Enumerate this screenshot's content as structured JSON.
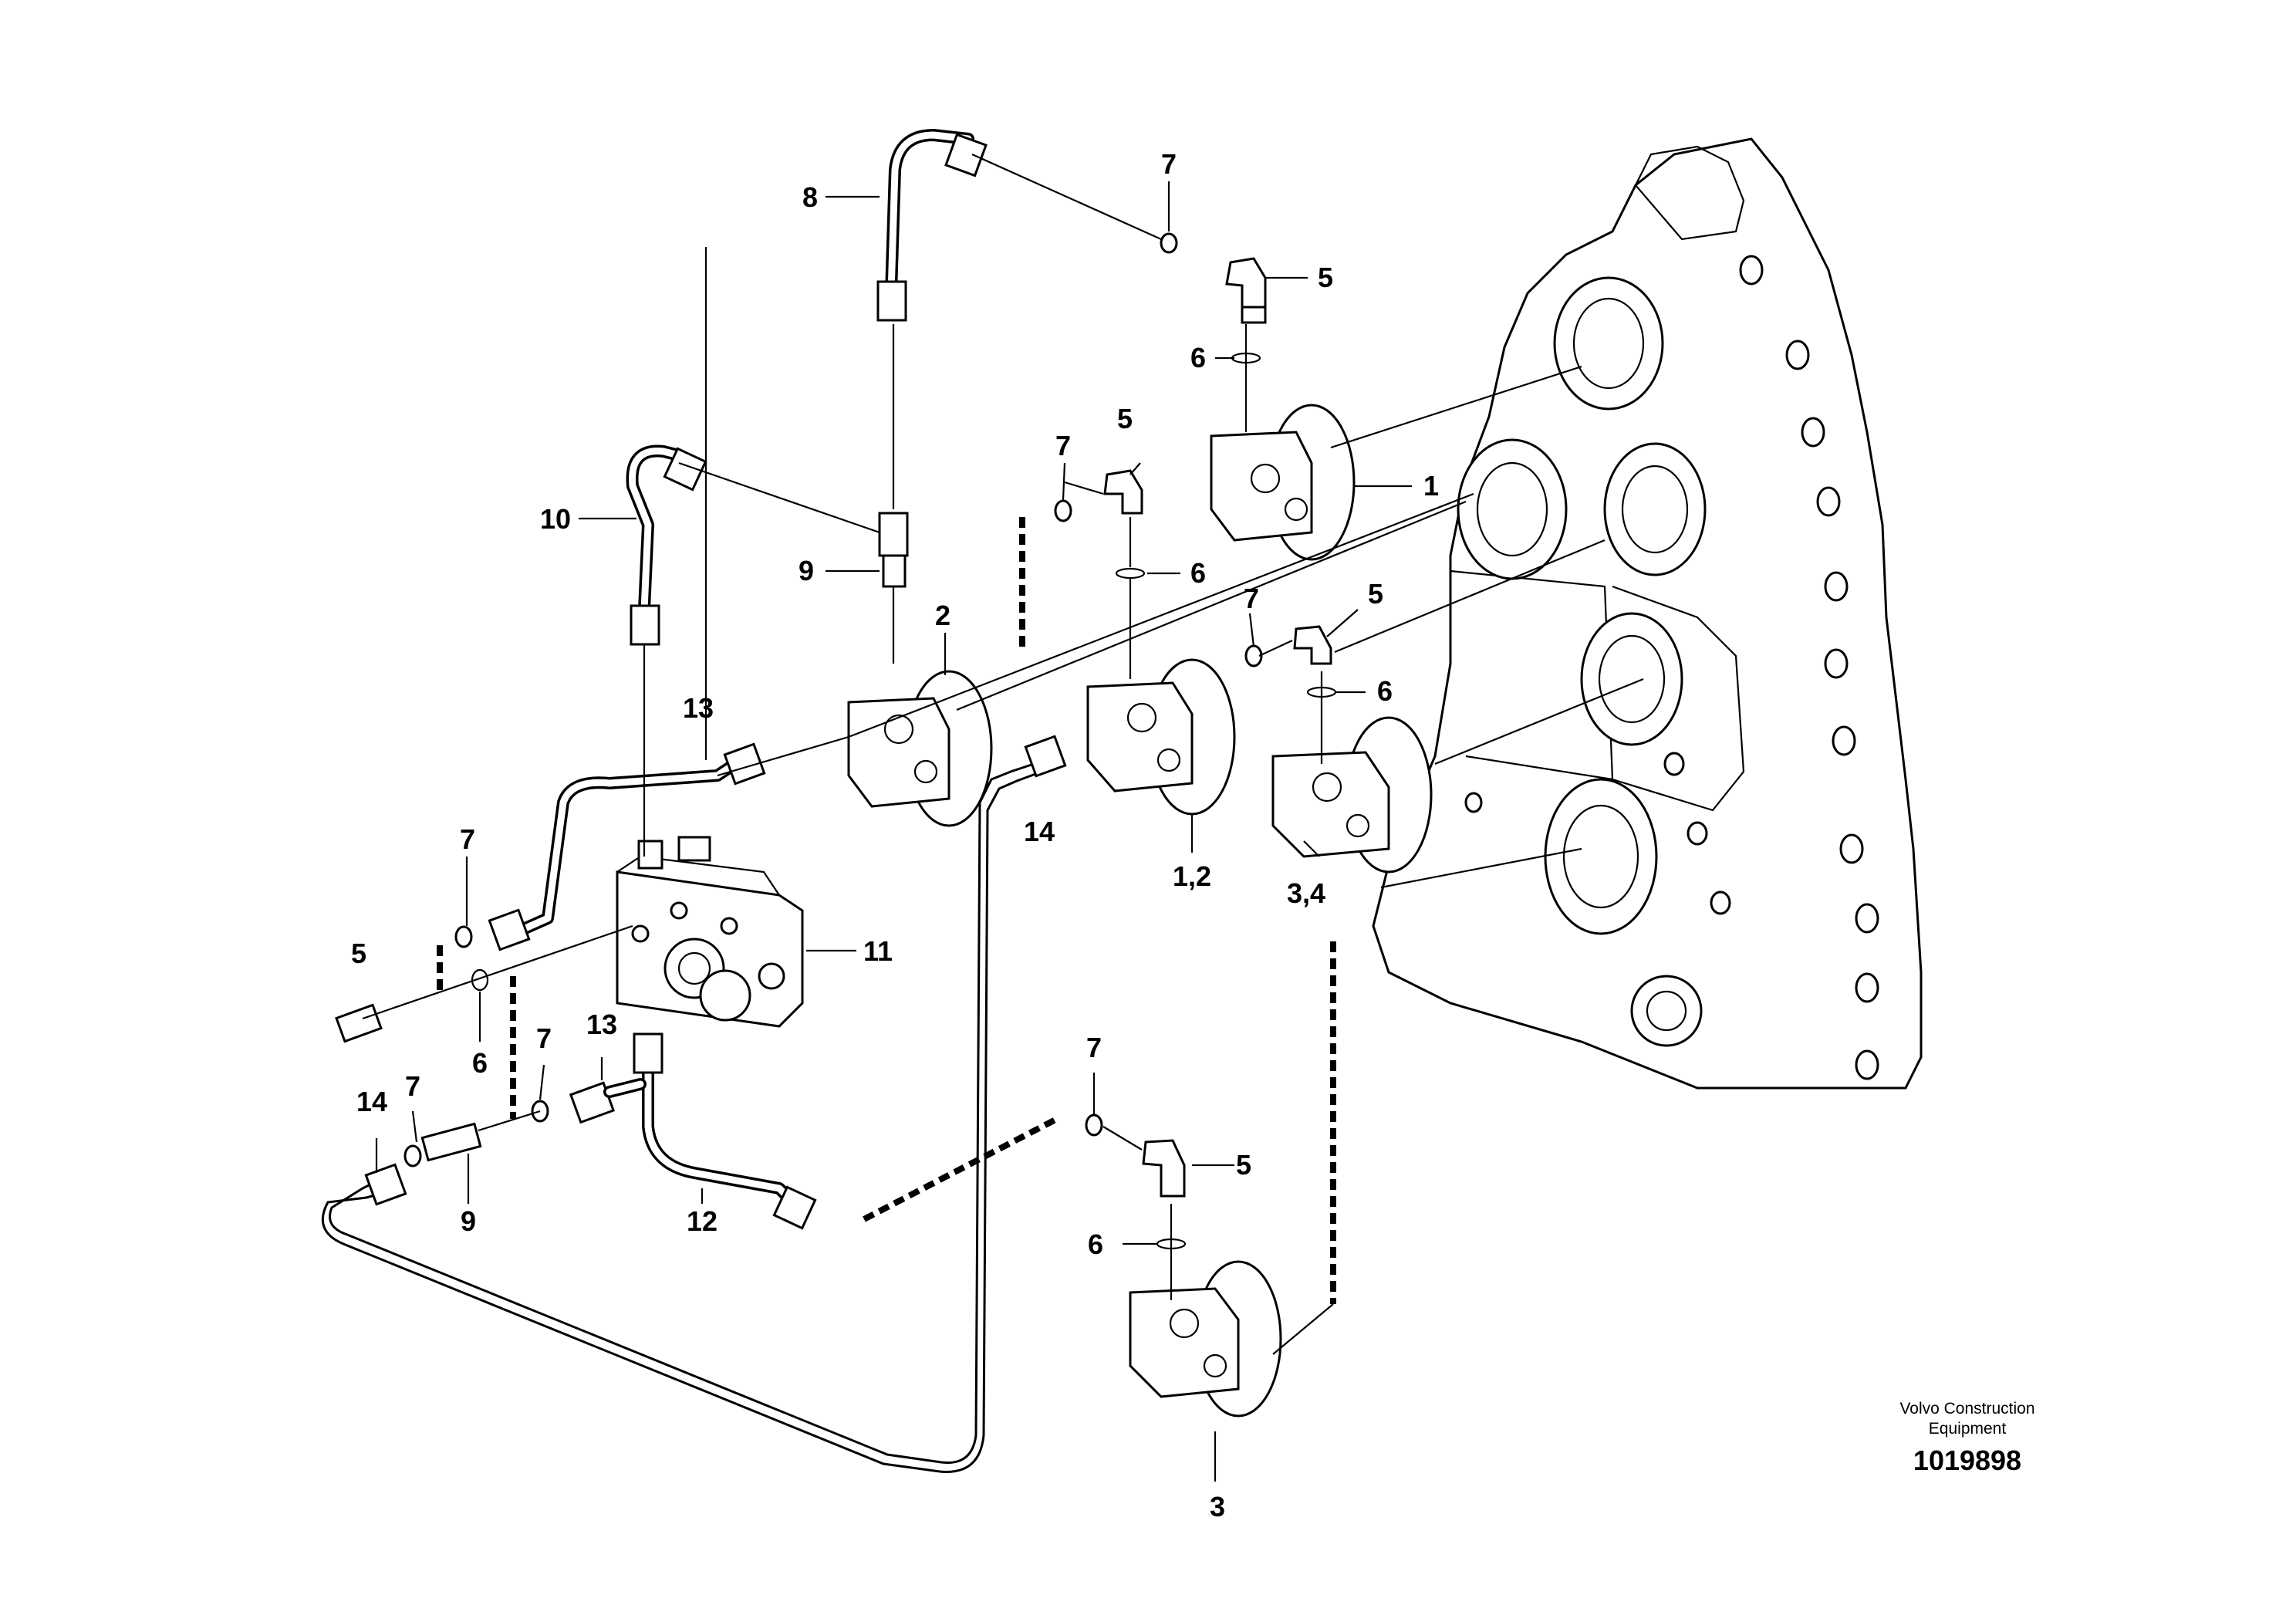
{
  "diagram": {
    "callouts": [
      "1",
      "2",
      "3",
      "3,4",
      "1,2",
      "5",
      "6",
      "7",
      "8",
      "9",
      "10",
      "11",
      "12",
      "13",
      "14"
    ]
  },
  "footer": {
    "brand_line1": "Volvo Construction",
    "brand_line2": "Equipment",
    "drawing_number": "1019898"
  }
}
